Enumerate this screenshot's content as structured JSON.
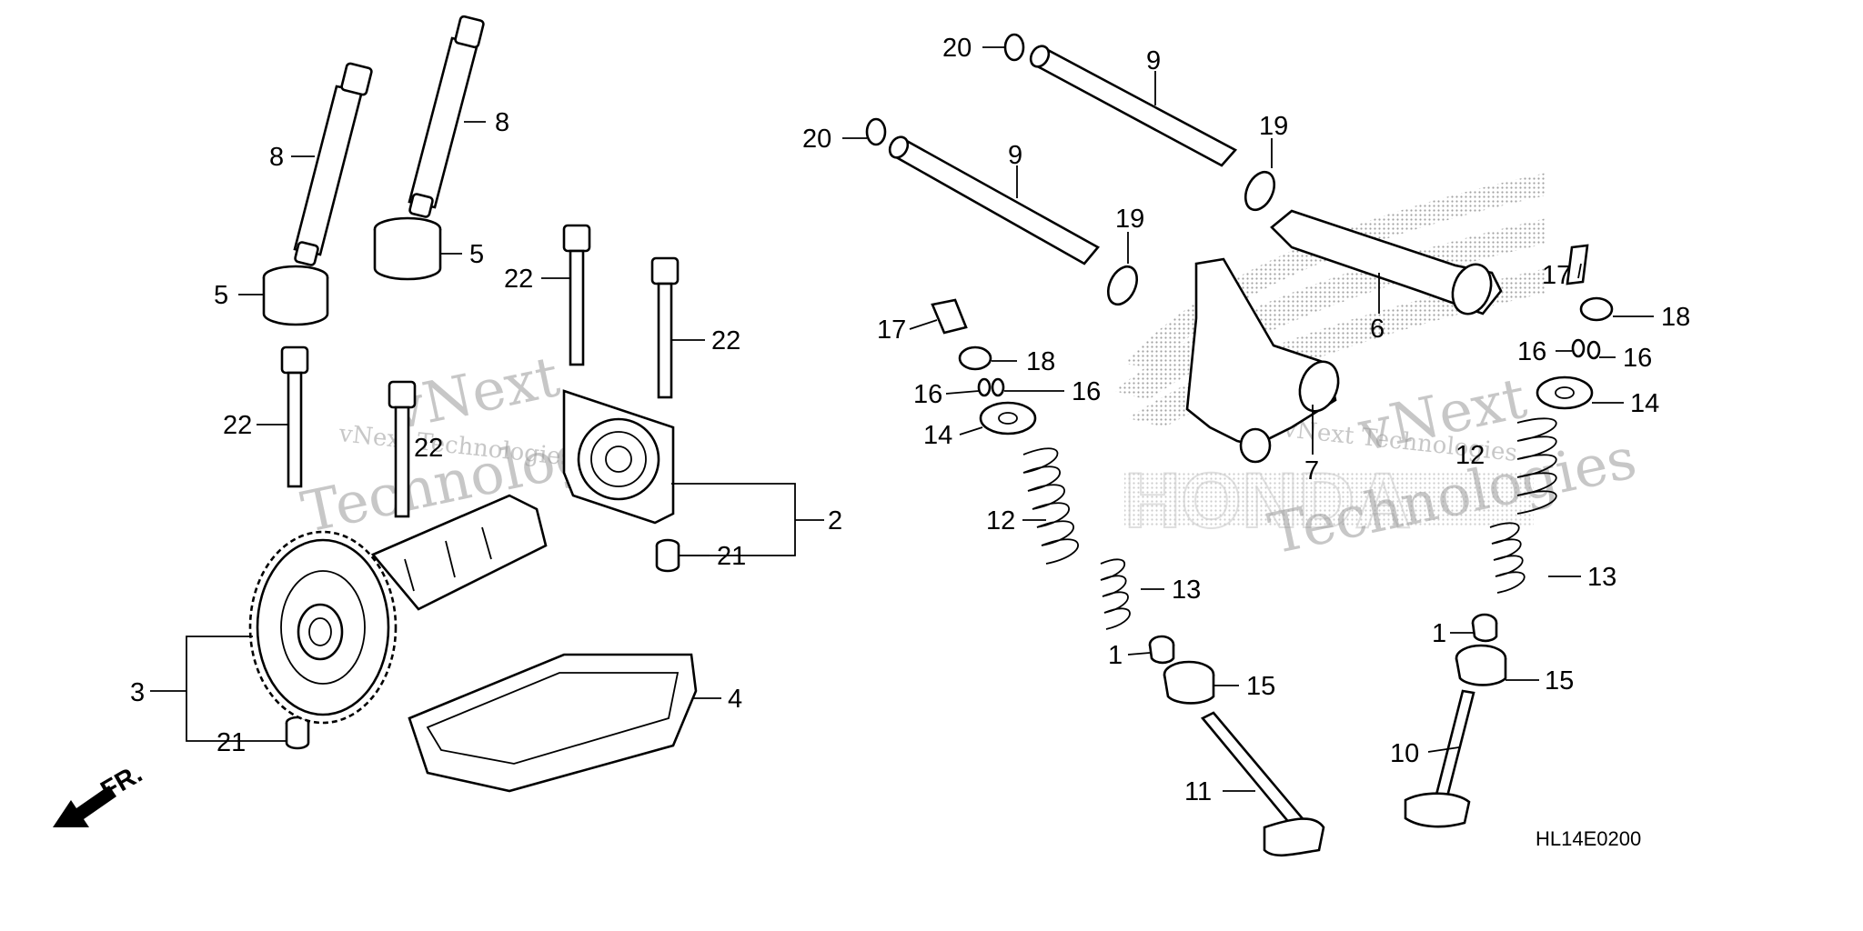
{
  "diagram": {
    "callouts": [
      "1",
      "2",
      "3",
      "4",
      "5",
      "6",
      "7",
      "8",
      "9",
      "10",
      "11",
      "12",
      "13",
      "14",
      "15",
      "16",
      "17",
      "18",
      "19",
      "20",
      "21",
      "22"
    ],
    "diagram_code": "HL14E0200",
    "front_indicator": "FR.",
    "watermark": {
      "line1": "vNext",
      "line2": "Technologies",
      "inline": "vNext Technologies"
    },
    "logo_text": "HONDA"
  }
}
